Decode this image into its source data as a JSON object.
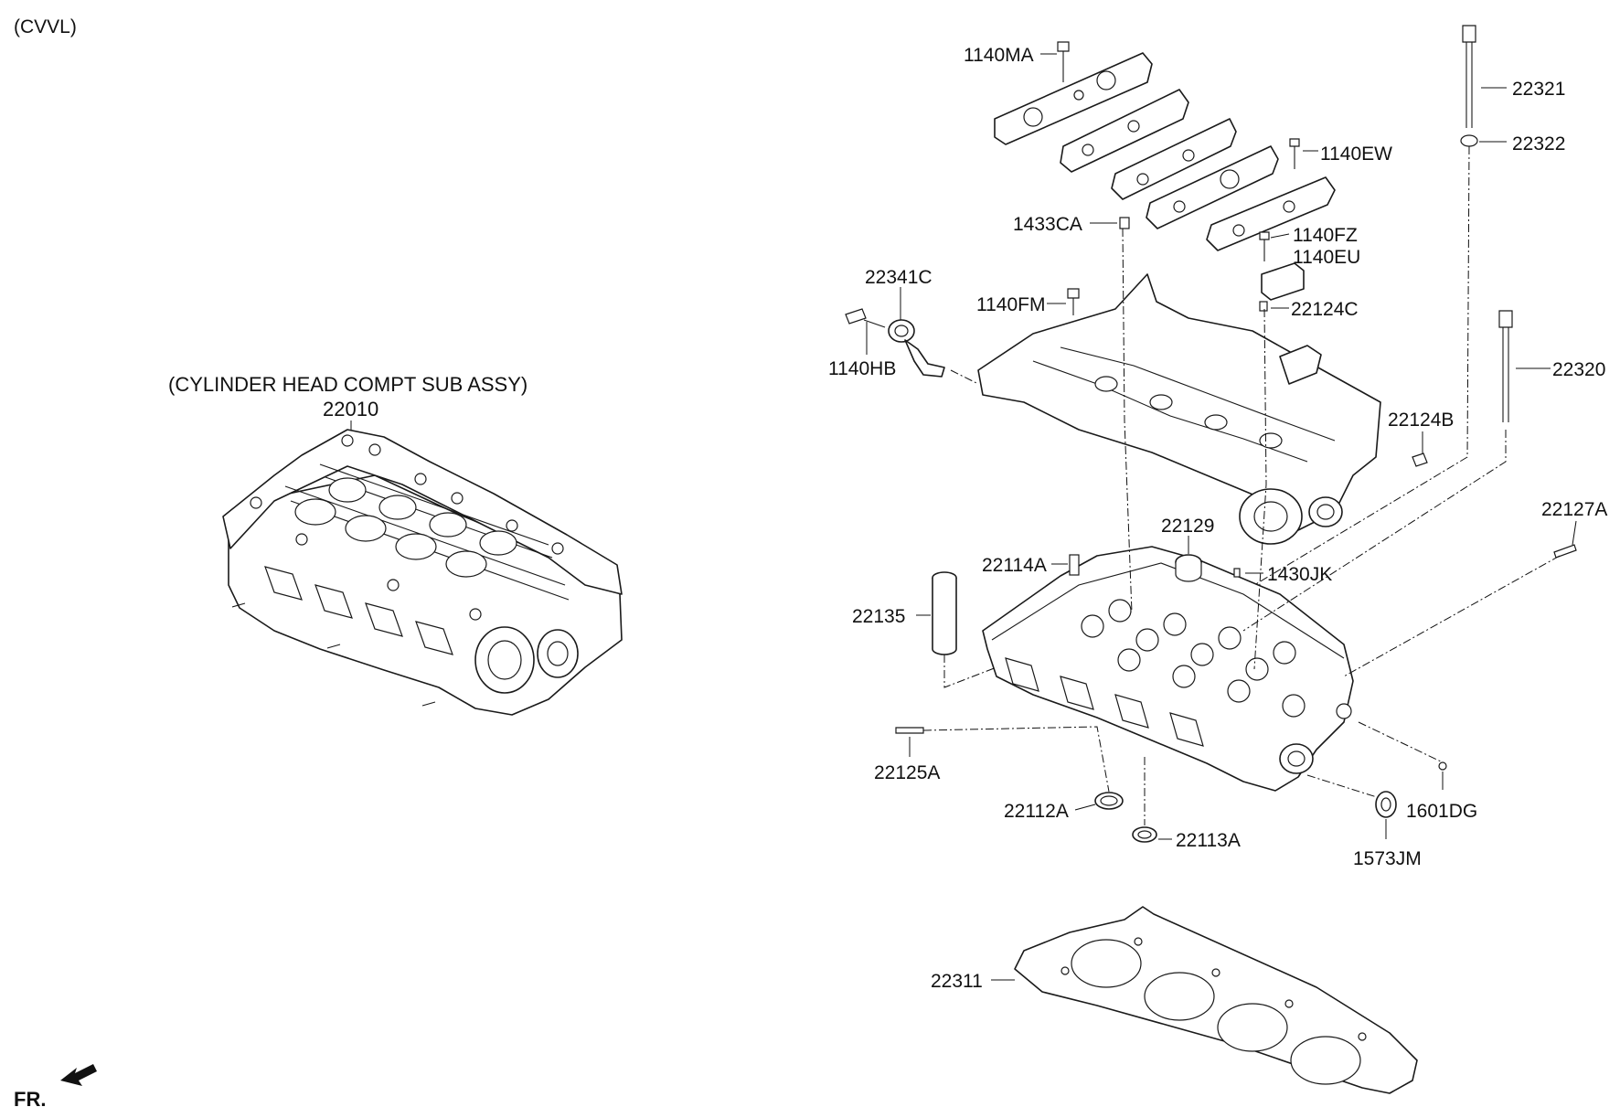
{
  "header": {
    "variant": "(CVVL)"
  },
  "assembly": {
    "title": "(CYLINDER HEAD COMPT SUB ASSY)",
    "part_number": "22010"
  },
  "direction": {
    "label": "FR."
  },
  "callouts": {
    "p1140MA": "1140MA",
    "p22321": "22321",
    "p22322": "22322",
    "p1140EW": "1140EW",
    "p1433CA": "1433CA",
    "p1140FZ": "1140FZ",
    "p1140EU": "1140EU",
    "p22341C": "22341C",
    "p1140FM": "1140FM",
    "p22124C": "22124C",
    "p1140HB": "1140HB",
    "p22320": "22320",
    "p22124B": "22124B",
    "p22127A": "22127A",
    "p22129": "22129",
    "p22114A": "22114A",
    "p1430JK": "1430JK",
    "p22135": "22135",
    "p22125A": "22125A",
    "p22112A": "22112A",
    "p1601DG": "1601DG",
    "p22113A": "22113A",
    "p1573JM": "1573JM",
    "p22311": "22311"
  }
}
